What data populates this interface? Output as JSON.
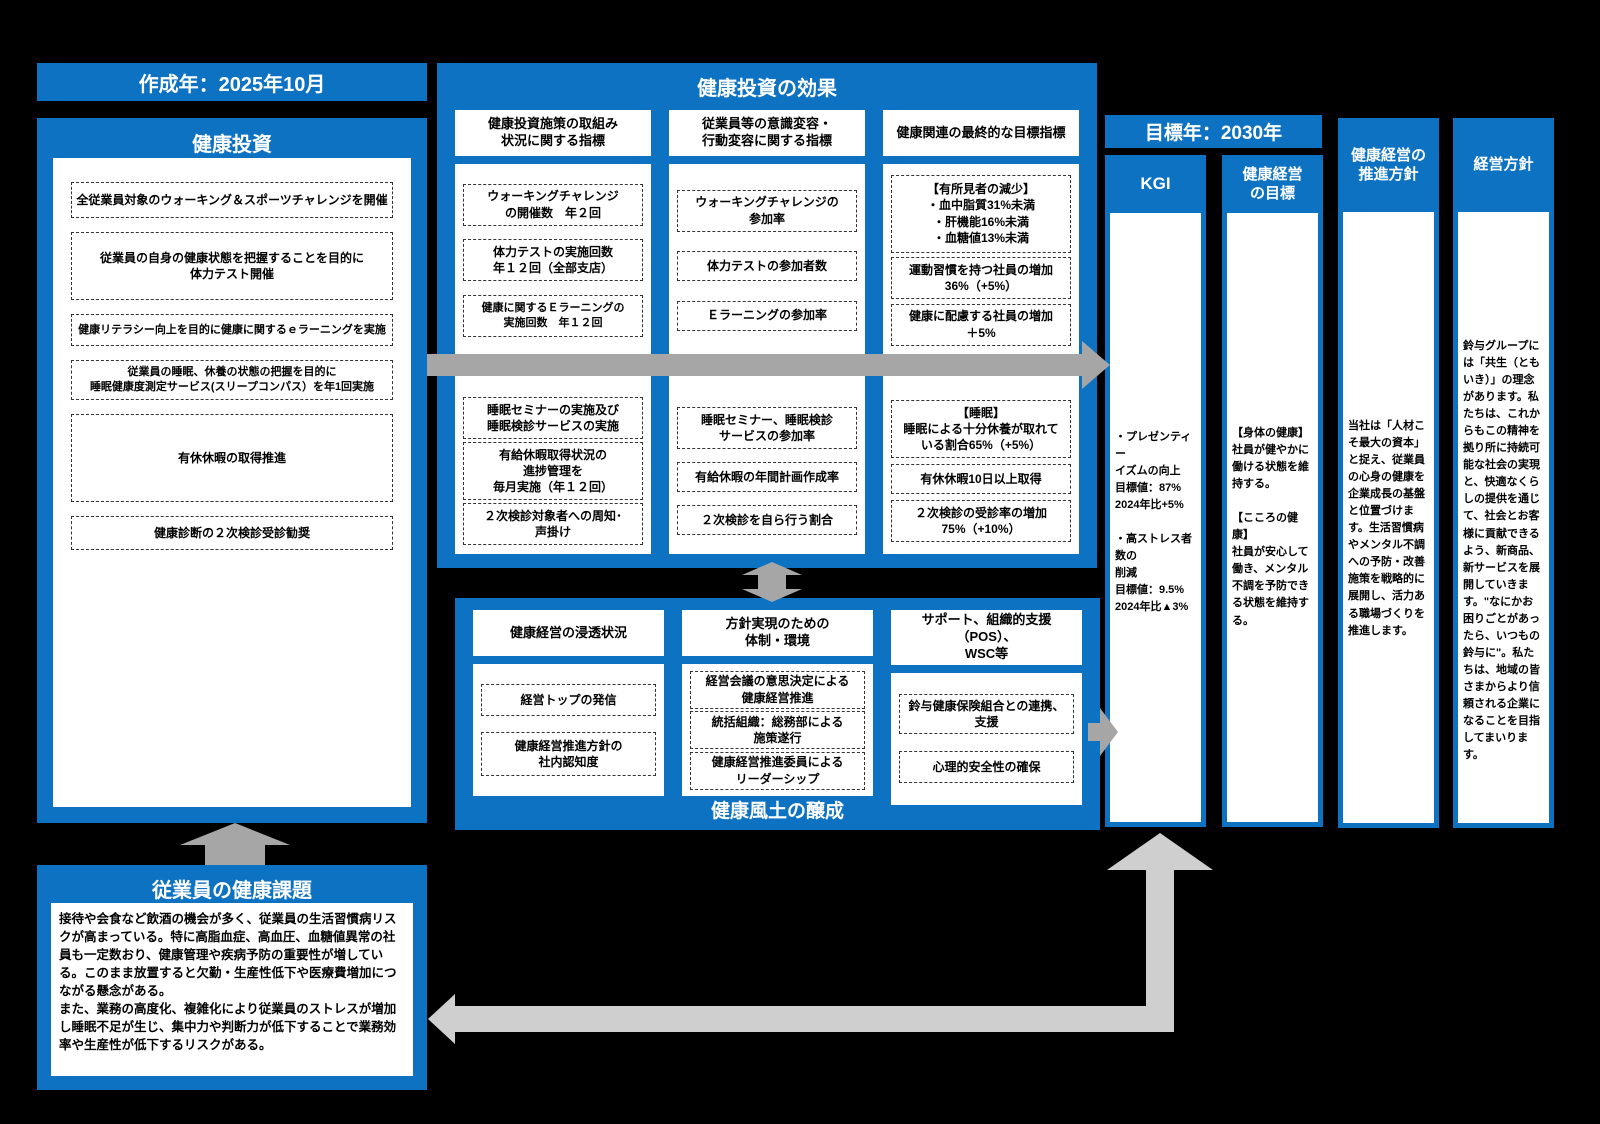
{
  "colors": {
    "panel_blue": "#0e72c3",
    "arrow_gray": "#a6a6a6",
    "arrow_light": "#cfcfcf"
  },
  "created_year": "作成年：2025年10月",
  "investment": {
    "title": "健康投資",
    "items": [
      "全従業員対象のウォーキング＆スポーツチャレンジを開催",
      "従業員の自身の健康状態を把握することを目的に\n体力テスト開催",
      "健康リテラシー向上を目的に健康に関するｅラーニングを実施",
      "従業員の睡眠、休養の状態の把握を目的に\n睡眠健康度測定サービス(スリープコンパス）を年1回実施",
      "有休休暇の取得推進",
      "健康診断の２次検診受診勧奨"
    ]
  },
  "effects": {
    "title": "健康投資の効果",
    "columns": [
      {
        "header": "健康投資施策の取組み\n状況に関する指標",
        "upper": [
          "ウォーキングチャレンジ\nの開催数　年２回",
          "体力テストの実施回数\n年１２回（全部支店）",
          "健康に関するＥラーニングの\n実施回数　年１２回"
        ],
        "lower": [
          "睡眠セミナーの実施及び\n睡眠検診サービスの実施",
          "有給休暇取得状況の\n進捗管理を\n毎月実施（年１２回）",
          "２次検診対象者への周知･\n声掛け"
        ]
      },
      {
        "header": "従業員等の意識変容・\n行動変容に関する指標",
        "upper": [
          "ウォーキングチャレンジの\n参加率",
          "体力テストの参加者数",
          "Ｅラーニングの参加率"
        ],
        "lower": [
          "睡眠セミナー、睡眠検診\nサービスの参加率",
          "有給休暇の年間計画作成率",
          "２次検診を自ら行う割合"
        ]
      },
      {
        "header": "健康関連の最終的な目標指標",
        "upper": [
          "【有所見者の減少】\n・血中脂質31%未満\n・肝機能16%未満\n・血糖値13%未満",
          "運動習慣を持つ社員の増加\n36%（+5%）",
          "健康に配慮する社員の増加\n＋5%"
        ],
        "lower": [
          "【睡眠】\n睡眠による十分休養が取れて\nいる割合65%（+5%）",
          "有休休暇10日以上取得",
          "２次検診の受診率の増加\n75%（+10%）"
        ]
      }
    ]
  },
  "culture": {
    "title": "健康風土の醸成",
    "columns": [
      {
        "header": "健康経営の浸透状況",
        "items": [
          "経営トップの発信",
          "健康経営推進方針の\n社内認知度"
        ]
      },
      {
        "header": "方針実現のための\n体制・環境",
        "items": [
          "経営会議の意思決定による\n健康経営推進",
          "統括組織：総務部による\n施策遂行",
          "健康経営推進委員による\nリーダーシップ"
        ]
      },
      {
        "header": "サポート、組織的支援（POS）、\nWSC等",
        "items": [
          "鈴与健康保険組合との連携、\n支援",
          "心理的安全性の確保"
        ]
      }
    ]
  },
  "target_year": "目標年：2030年",
  "goals": {
    "kgi": {
      "header": "KGI",
      "body": "・プレゼンティー\nイズムの向上\n目標値：87%\n2024年比+5%\n\n・高ストレス者数の\n削減\n目標値：9.5%\n2024年比▲3%"
    },
    "health_goal": {
      "header": "健康経営\nの目標",
      "body": "【身体の健康】\n社員が健やかに働ける状態を維持する。\n\n【こころの健康】\n社員が安心して働き、メンタル不調を予防できる状態を維持する。"
    },
    "promotion_policy": {
      "header": "健康経営の\n推進方針",
      "body": "当社は「人材こそ最大の資本」と捉え、従業員の心身の健康を企業成長の基盤と位置づけます。生活習慣病やメンタル不調への予防・改善施策を戦略的に展開し、活力ある職場づくりを推進します。"
    },
    "management_policy": {
      "header": "経営方針",
      "body": "鈴与グループには「共生（ともいき）」の理念があります。私たちは、これからもこの精神を拠り所に持続可能な社会の実現と、快適なくらしの提供を通じて、社会とお客様に貢献できるよう、新商品、新サービスを展開していきます。\"なにかお困りごとがあったら、いつもの鈴与に\"。私たちは、地域の皆さまからより信頼される企業になることを目指してまいります。"
    }
  },
  "issues": {
    "title": "従業員の健康課題",
    "body": "接待や会食など飲酒の機会が多く、従業員の生活習慣病リスクが高まっている。特に高脂血症、高血圧、血糖値異常の社員も一定数おり、健康管理や疾病予防の重要性が増している。このまま放置すると欠勤・生産性低下や医療費増加につながる懸念がある。\nまた、業務の高度化、複雑化により従業員のストレスが増加し睡眠不足が生じ、集中力や判断力が低下することで業務効率や生産性が低下するリスクがある。"
  }
}
